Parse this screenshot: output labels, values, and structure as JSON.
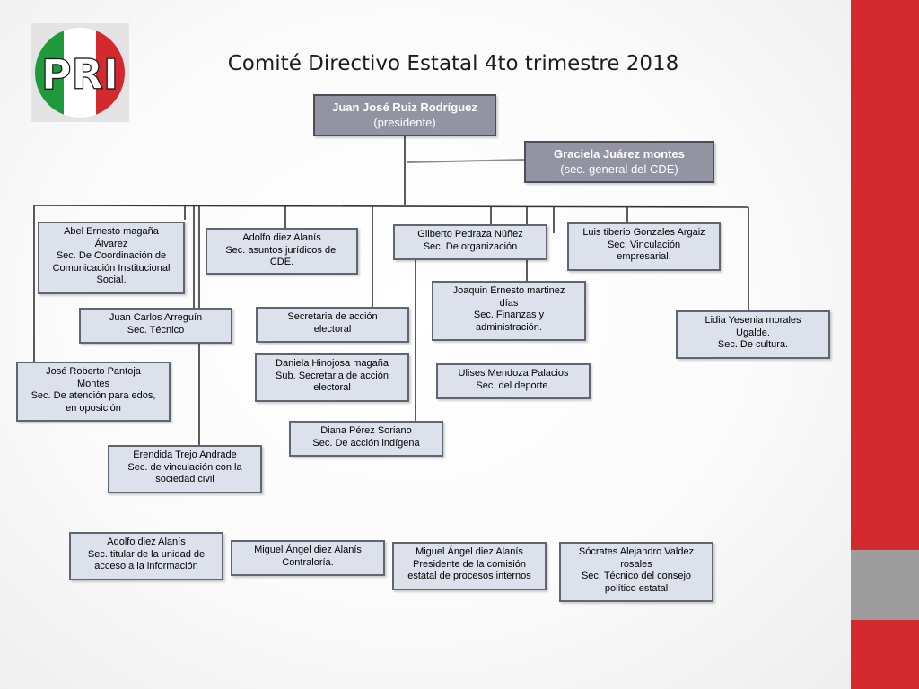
{
  "title": "Comité Directivo Estatal 4to trimestre 2018",
  "logo": {
    "text": "PRI",
    "colors": {
      "green": "#1f9a3b",
      "white": "#ffffff",
      "red": "#d32a30"
    }
  },
  "theme": {
    "accent_red": "#d32a30",
    "band_gray": "#9d9d9d",
    "box_fill": "#dce1ec",
    "box_dark_fill": "#9294a4"
  },
  "org": {
    "presidente": {
      "name": "Juan José Ruiz Rodríguez",
      "role": "(presidente)"
    },
    "secretaria_general": {
      "name": "Graciela Juárez montes",
      "role": "(sec. general del CDE)"
    },
    "abel": {
      "lines": [
        "Abel Ernesto magaña",
        "Álvarez",
        "Sec. De Coordinación de",
        "Comunicación Institucional",
        "Social."
      ]
    },
    "adolfo_juridico": {
      "lines": [
        "Adolfo diez Alanís",
        "Sec. asuntos jurídicos del",
        "CDE."
      ]
    },
    "gilberto": {
      "lines": [
        "Gilberto Pedraza Núñez",
        "Sec. De organización"
      ]
    },
    "luis": {
      "lines": [
        "Luis tiberio Gonzales Argaiz",
        "Sec. Vinculación",
        "empresarial."
      ]
    },
    "joaquin": {
      "lines": [
        "Joaquin Ernesto martinez",
        "días",
        "Sec. Finanzas y",
        "administración."
      ]
    },
    "juan_carlos": {
      "lines": [
        "Juan Carlos Arreguín",
        "Sec. Técnico"
      ]
    },
    "accion_electoral": {
      "lines": [
        "Secretaria de acción",
        "electoral"
      ]
    },
    "lidia": {
      "lines": [
        "Lidia Yesenia morales",
        "Ugalde.",
        "Sec. De cultura."
      ]
    },
    "jose_roberto": {
      "lines": [
        "José Roberto Pantoja",
        "Montes",
        "Sec. De atención para edos,",
        "en oposición"
      ]
    },
    "daniela": {
      "lines": [
        "Daniela Hinojosa magaña",
        "Sub. Secretaria de acción",
        "electoral"
      ]
    },
    "ulises": {
      "lines": [
        "Ulises Mendoza Palacios",
        "Sec. del deporte."
      ]
    },
    "diana": {
      "lines": [
        "Diana Pérez Soriano",
        "Sec. De acción indígena"
      ]
    },
    "erendida": {
      "lines": [
        "Erendida Trejo Andrade",
        "Sec. de vinculación con la",
        "sociedad civil"
      ]
    },
    "adolfo_acceso": {
      "lines": [
        "Adolfo diez Alanís",
        "Sec. titular de la unidad de",
        "acceso a la información"
      ]
    },
    "miguel_contraloria": {
      "lines": [
        "Miguel Ángel diez Alanís",
        "Contraloría."
      ]
    },
    "miguel_comision": {
      "lines": [
        "Miguel Ángel diez Alanís",
        "Presidente de la comisión",
        "estatal de procesos internos"
      ]
    },
    "socrates": {
      "lines": [
        "Sócrates Alejandro Valdez",
        "rosales",
        "Sec. Técnico del consejo",
        "político estatal"
      ]
    }
  }
}
